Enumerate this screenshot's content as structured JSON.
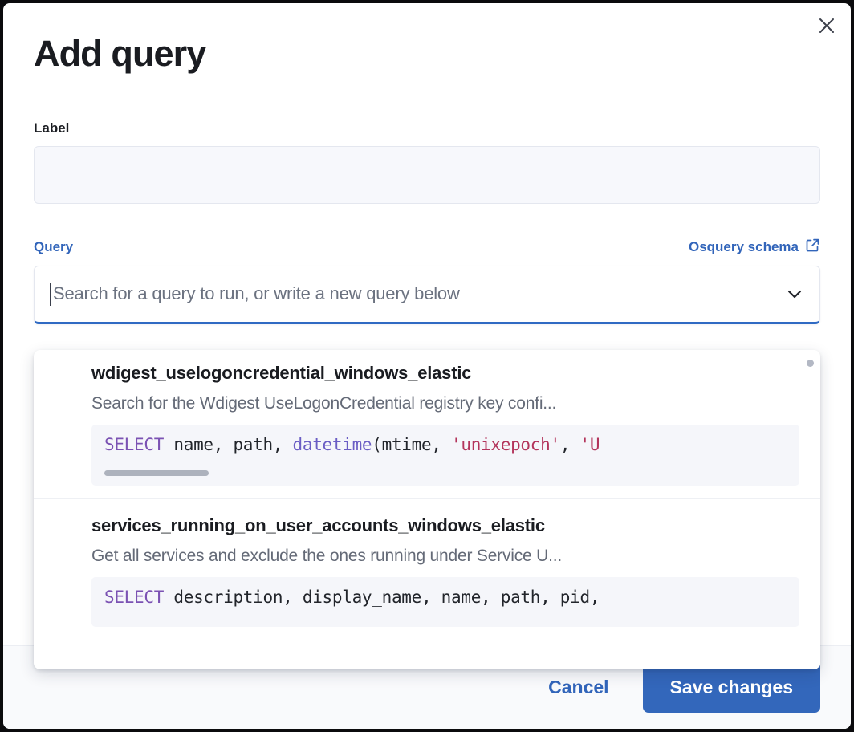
{
  "modal": {
    "title": "Add query",
    "close_icon": "close-icon"
  },
  "form": {
    "label_field": {
      "label": "Label",
      "value": "",
      "placeholder": ""
    },
    "query_section": {
      "label": "Query",
      "schema_link_text": "Osquery schema",
      "schema_link_icon": "external-link-icon",
      "combobox": {
        "value": "",
        "placeholder": "Search for a query to run, or write a new query below",
        "caret_icon": "chevron-down-icon"
      }
    }
  },
  "dropdown": {
    "options": [
      {
        "title": "wdigest_uselogoncredential_windows_elastic",
        "description": "Search for the Wdigest UseLogonCredential registry key confi...",
        "code_tokens": [
          {
            "text": "SELECT",
            "type": "keyword"
          },
          {
            "text": " name, path, ",
            "type": "plain"
          },
          {
            "text": "datetime",
            "type": "function"
          },
          {
            "text": "(mtime, ",
            "type": "plain"
          },
          {
            "text": "'unixepoch'",
            "type": "string"
          },
          {
            "text": ", ",
            "type": "plain"
          },
          {
            "text": "'U",
            "type": "string"
          }
        ],
        "has_scrollbar": true
      },
      {
        "title": "services_running_on_user_accounts_windows_elastic",
        "description": "Get all services and exclude the ones running under Service U...",
        "code_tokens": [
          {
            "text": "SELECT",
            "type": "keyword"
          },
          {
            "text": " description, display_name, name, path, pid,",
            "type": "plain"
          }
        ],
        "has_scrollbar": false
      }
    ]
  },
  "footer": {
    "cancel_label": "Cancel",
    "save_label": "Save changes"
  },
  "colors": {
    "accent_blue": "#3367bb",
    "link_blue": "#3265ba",
    "text_dark": "#1a1c21",
    "text_muted": "#646a77",
    "code_bg": "#f5f6fa",
    "input_bg": "#f7f8fc",
    "keyword_purple": "#7b52b3",
    "string_crimson": "#b3345b"
  }
}
